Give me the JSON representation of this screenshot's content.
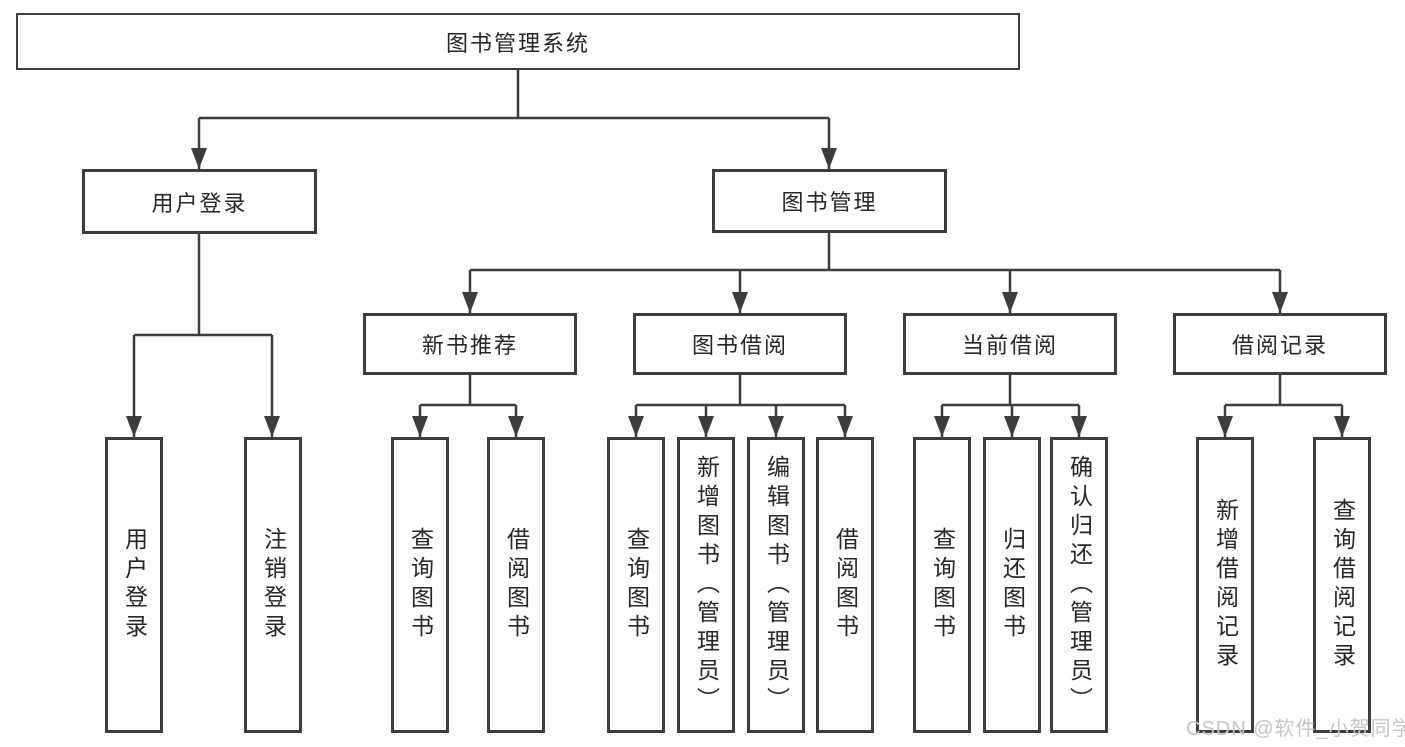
{
  "diagram_title": "图书管理系统",
  "watermark": "CSDN @软件_小贺同学",
  "colors": {
    "line": "#3d3d3d",
    "border": "#3d3d3d",
    "text": "#262626",
    "watermark": "#c6c6c6",
    "background": "#ffffff"
  },
  "tree": {
    "root": {
      "label": "图书管理系统"
    },
    "branches": [
      {
        "label": "用户登录",
        "children": [
          {
            "label": "用户登录"
          },
          {
            "label": "注销登录"
          }
        ]
      },
      {
        "label": "图书管理",
        "children": [
          {
            "label": "新书推荐",
            "children": [
              {
                "label": "查询图书"
              },
              {
                "label": "借阅图书"
              }
            ]
          },
          {
            "label": "图书借阅",
            "children": [
              {
                "label": "查询图书"
              },
              {
                "label": "新增图书（管理员）"
              },
              {
                "label": "编辑图书（管理员）"
              },
              {
                "label": "借阅图书"
              }
            ]
          },
          {
            "label": "当前借阅",
            "children": [
              {
                "label": "查询图书"
              },
              {
                "label": "归还图书"
              },
              {
                "label": "确认归还（管理员）"
              }
            ]
          },
          {
            "label": "借阅记录",
            "children": [
              {
                "label": "新增借阅记录"
              },
              {
                "label": "查询借阅记录"
              }
            ]
          }
        ]
      }
    ]
  }
}
